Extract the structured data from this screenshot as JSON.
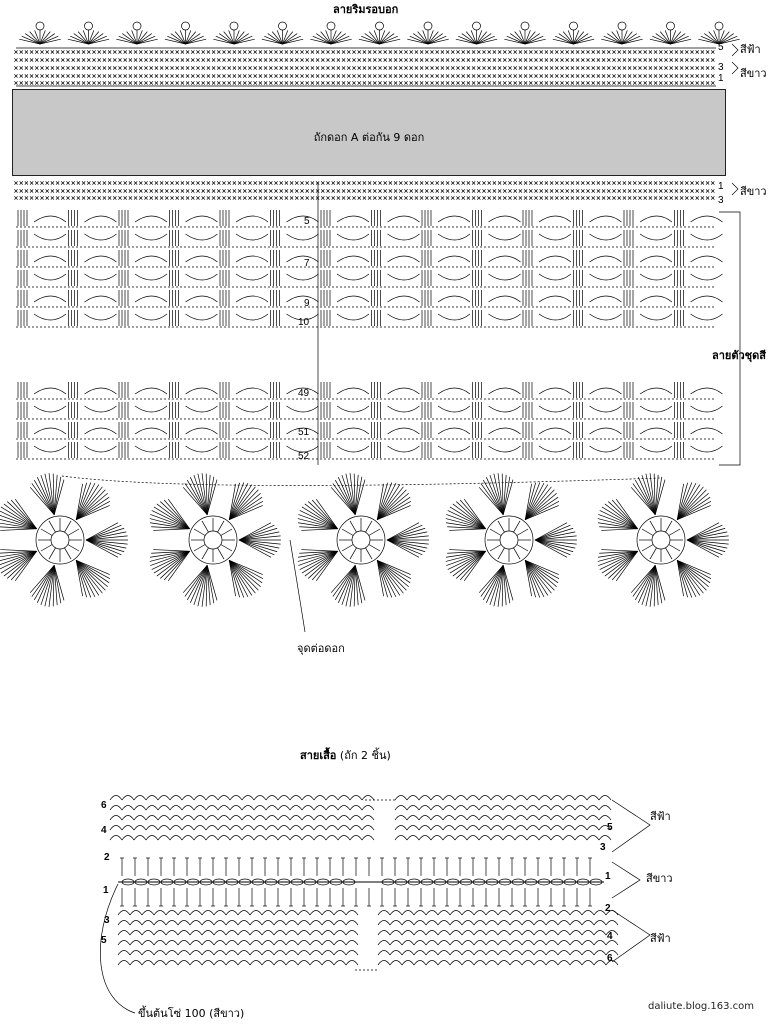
{
  "top_section": {
    "title": "ลายริมรอบอก",
    "panel_label": "ถักดอก A ต่อกัน 9 ดอก",
    "row_labels_right": [
      "5",
      "3",
      "1",
      "1",
      "3"
    ],
    "color_sky": "สีฟ้า",
    "color_white": "สีขาว",
    "color_white_2": "สีขาว",
    "body_pattern_label": "ลายตัวชุดสี",
    "row_numbers_upper": [
      "5",
      "7",
      "9",
      "10"
    ],
    "row_numbers_lower": [
      "49",
      "51",
      "52"
    ],
    "join_point_label": "จุดต่อดอก"
  },
  "bottom_section": {
    "title": "สายเสื้อ",
    "subtitle": "(ถัก 2 ชิ้น)",
    "row_numbers_left": [
      "6",
      "4",
      "2",
      "1",
      "3",
      "5"
    ],
    "row_numbers_right": [
      "5",
      "3",
      "1",
      "2",
      "4",
      "6"
    ],
    "color_sky_top": "สีฟ้า",
    "color_white_mid": "สีขาว",
    "color_sky_bottom": "สีฟ้า",
    "foundation_label": "ขึ้นต้นโซ่ 100 (สีขาว)"
  },
  "watermark": "daliute.blog.163.com",
  "colors": {
    "panel": "#c8c8c8",
    "ink": "#000000"
  }
}
